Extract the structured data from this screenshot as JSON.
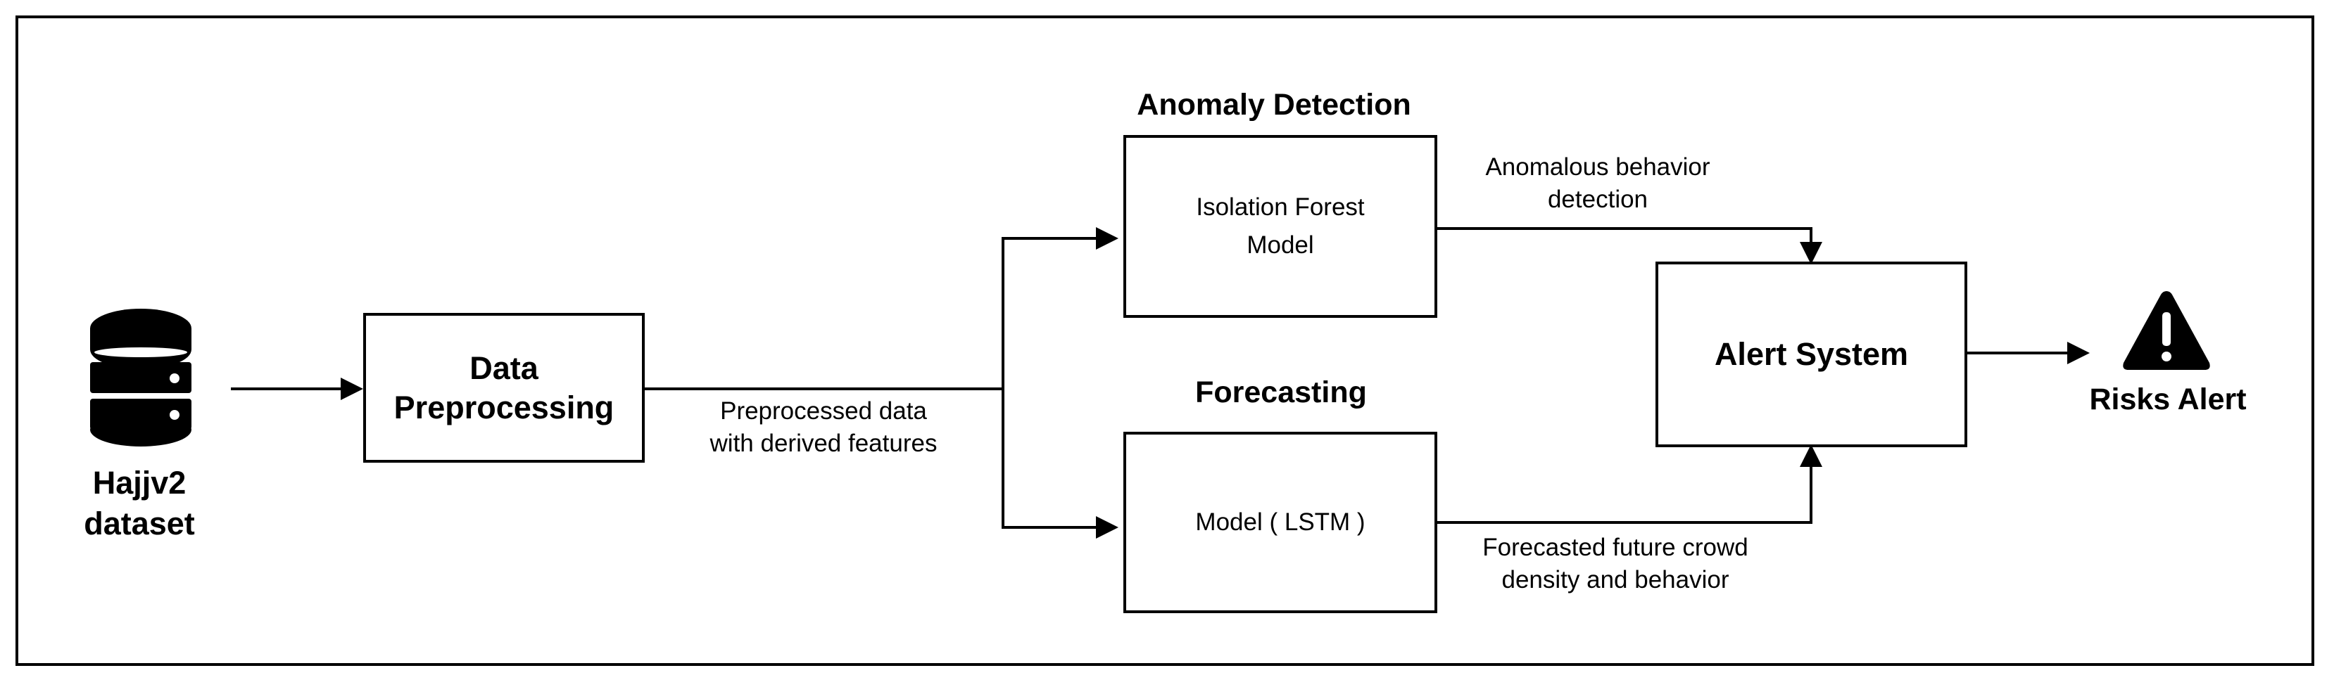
{
  "dataset": {
    "label_line1": "Hajjv2",
    "label_line2": "dataset",
    "icon": "database-icon"
  },
  "preprocessing": {
    "line1": "Data",
    "line2": "Preprocessing"
  },
  "preprocessed_label": {
    "line1": "Preprocessed data",
    "line2": "with derived features"
  },
  "anomaly": {
    "title": "Anomaly Detection",
    "line1": "Isolation Forest",
    "line2": "Model",
    "output_line1": "Anomalous behavior",
    "output_line2": "detection"
  },
  "forecasting": {
    "title": "Forecasting",
    "line1": "Model ( LSTM )",
    "output_line1": "Forecasted future crowd",
    "output_line2": "density and behavior"
  },
  "alert_system": {
    "label": "Alert System"
  },
  "risks_alert": {
    "label": "Risks Alert",
    "icon": "warning-icon"
  }
}
